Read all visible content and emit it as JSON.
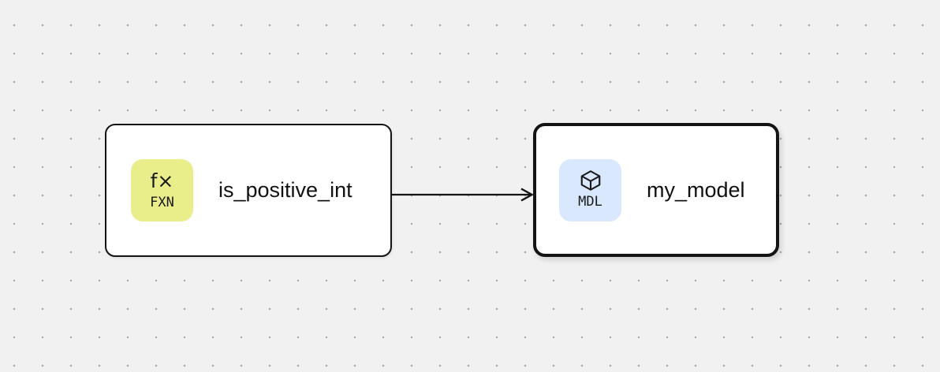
{
  "canvas": {
    "background_color": "#f1f1f2",
    "dot_color": "#a9a9a9",
    "node_border_color": "#141414"
  },
  "nodes": [
    {
      "label": "is_positive_int",
      "type": "function",
      "selected": false,
      "badge": {
        "glyph": "f×",
        "code": "FXN",
        "color": "#e9ee8a"
      }
    },
    {
      "label": "my_model",
      "type": "model",
      "selected": true,
      "badge": {
        "icon": "cube-icon",
        "code": "MDL",
        "color": "#d9e8fc"
      }
    }
  ],
  "edge": {
    "from": "is_positive_int",
    "to": "my_model"
  }
}
